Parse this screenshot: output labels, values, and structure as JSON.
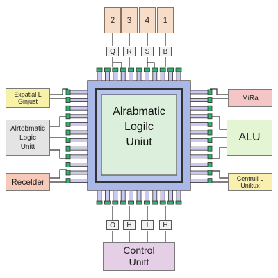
{
  "diagram": {
    "chip_label": "Alrabmatic\nLogilc\nUniut",
    "top_numbers": [
      "2",
      "3",
      "4",
      "1"
    ],
    "top_pin_labels": [
      "Q",
      "R",
      "S",
      "B"
    ],
    "bottom_pin_labels": [
      "O",
      "H",
      "I",
      "H"
    ],
    "left_boxes": [
      {
        "text": "Expatial L\nGinjust",
        "color": "#f7f2a8"
      },
      {
        "text": "Alrtobmatic\nLogic\nUnitt",
        "color": "#e4e4e4"
      },
      {
        "text": "Recelder",
        "color": "#f6c9b8"
      }
    ],
    "right_boxes": [
      {
        "text": "MiRa",
        "color": "#f4c6c6"
      },
      {
        "text": "ALU",
        "color": "#e3f5d2"
      },
      {
        "text": "Centrull L\nUnikux",
        "color": "#f9f0b0"
      }
    ],
    "bottom_box": {
      "text": "Control\nUnitt",
      "color": "#e4cfe6"
    },
    "colors": {
      "chip_outer": "#a9b8e6",
      "chip_inner": "#dcefdc",
      "pin": "#ccc8ee",
      "pad": "#2fb36a",
      "trace": "#333333"
    }
  }
}
